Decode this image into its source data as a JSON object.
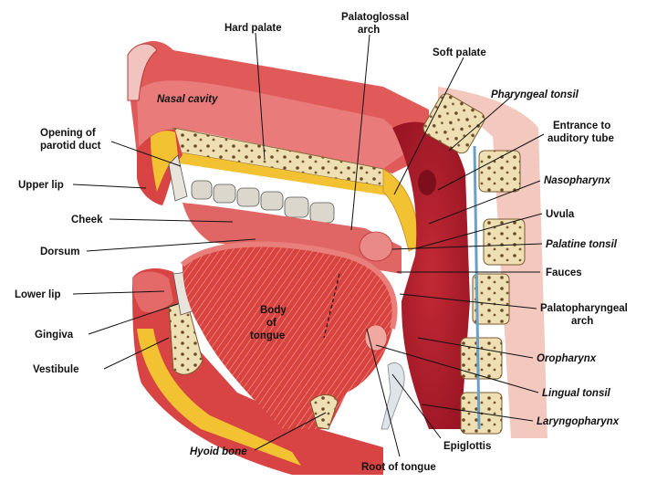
{
  "diagram": {
    "labels": {
      "hard_palate": "Hard palate",
      "palatoglossal_arch_1": "Palatoglossal",
      "palatoglossal_arch_2": "arch",
      "soft_palate": "Soft palate",
      "nasal_cavity": "Nasal cavity",
      "pharyngeal_tonsil": "Pharyngeal tonsil",
      "opening_parotid_1": "Opening of",
      "opening_parotid_2": "parotid duct",
      "entrance_auditory_1": "Entrance to",
      "entrance_auditory_2": "auditory tube",
      "upper_lip": "Upper lip",
      "nasopharynx": "Nasopharynx",
      "cheek": "Cheek",
      "uvula": "Uvula",
      "dorsum": "Dorsum",
      "palatine_tonsil": "Palatine tonsil",
      "fauces": "Fauces",
      "lower_lip": "Lower lip",
      "palatopharyngeal_1": "Palatopharyngeal",
      "palatopharyngeal_2": "arch",
      "body_of_tongue_1": "Body",
      "body_of_tongue_2": "of",
      "body_of_tongue_3": "tongue",
      "gingiva": "Gingiva",
      "oropharynx": "Oropharynx",
      "vestibule": "Vestibule",
      "lingual_tonsil": "Lingual tonsil",
      "laryngopharynx": "Laryngopharynx",
      "hyoid_bone": "Hyoid bone",
      "epiglottis": "Epiglottis",
      "root_of_tongue": "Root of tongue"
    },
    "colors": {
      "muscle": "#d8423f",
      "mucosa": "#e8787a",
      "pale_tissue": "#f2b3ae",
      "bone": "#f0e2b8",
      "fat": "#f2c232",
      "teeth": "#e8e4dc",
      "cavity_dark": "#b31d2a"
    }
  }
}
